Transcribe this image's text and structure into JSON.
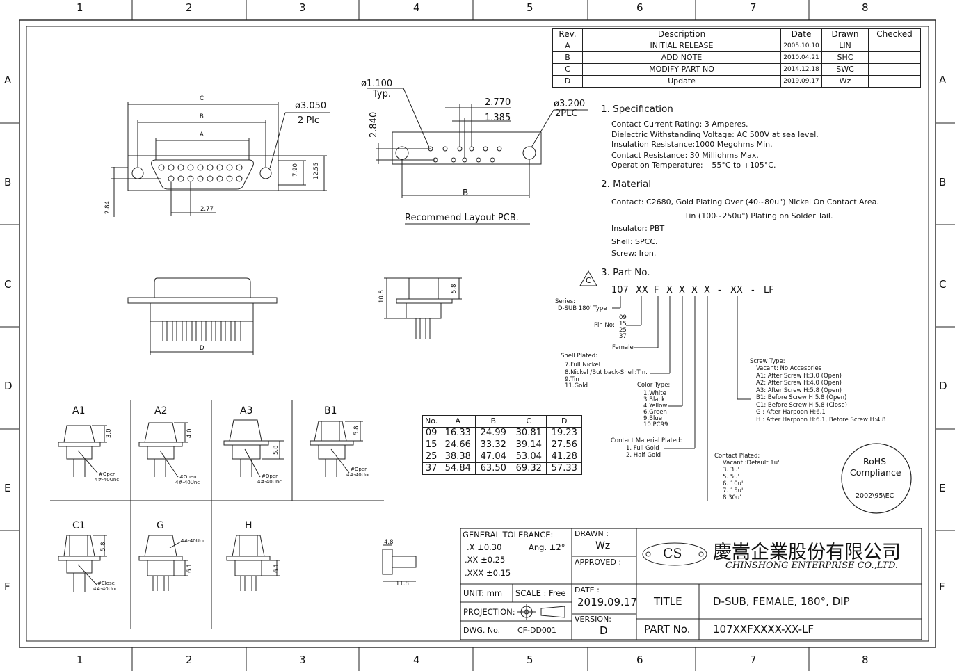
{
  "frame": {
    "columns": [
      "1",
      "2",
      "3",
      "4",
      "5",
      "6",
      "7",
      "8"
    ],
    "rows": [
      "A",
      "B",
      "C",
      "D",
      "E",
      "F"
    ]
  },
  "revision": {
    "headers": [
      "Rev.",
      "Description",
      "Date",
      "Drawn",
      "Checked"
    ],
    "rows": [
      [
        "A",
        "INITIAL  RELEASE",
        "2005.10.10",
        "LIN",
        ""
      ],
      [
        "B",
        "ADD  NOTE",
        "2010.04.21",
        "SHC",
        ""
      ],
      [
        "C",
        "MODIFY  PART  NO",
        "2014.12.18",
        "SWC",
        ""
      ],
      [
        "D",
        "Update",
        "2019.09.17",
        "Wz",
        ""
      ]
    ]
  },
  "top_view": {
    "dim_c": "C",
    "dim_b": "B",
    "dim_a": "A",
    "hole_dia": "ø3.050",
    "hole_qty": "2  Plc",
    "h1": "7.90",
    "h2": "12.55",
    "left": "2.84",
    "pitch": "2.77"
  },
  "pcb": {
    "pin_dia": "ø1.100",
    "pin_typ": "Typ.",
    "d1": "2.770",
    "d2": "1.385",
    "d3": "2.840",
    "hole_dia": "ø3.200",
    "hole_qty": "2PLC",
    "dim_b": "B",
    "caption": "Recommend  Layout  PCB."
  },
  "side_view": {
    "dim_d": "D",
    "h": "10.8",
    "h2": "5.8"
  },
  "spec": {
    "h1": "1.  Specification",
    "lines": [
      "Contact  Current  Rating:  3  Amperes.",
      "Dielectric  Withstanding  Voltage:  AC  500V  at  sea  level.",
      "Insulation  Resistance:1000  Megohms  Min.",
      "Contact  Resistance:  30  Milliohms  Max.",
      "Operation  Temperature:  −55°C  to  +105°C."
    ],
    "h2": "2.  Material",
    "material_1": "Contact:  C2680,  Gold  Plating  Over  (40~80u\")  Nickel  On  Contact  Area.",
    "material_2": "Tin  (100~250u\")  Plating  on  Solder  Tail.",
    "material_3": "Insulator:  PBT",
    "material_4": "Shell:  SPCC.",
    "material_5": "Screw:  Iron.",
    "h3": "3.  Part  No.",
    "rev_mark": "C"
  },
  "partno": {
    "segments": [
      "107",
      "XX",
      "F",
      "X",
      "X",
      "X",
      "X",
      "-",
      "XX",
      "-",
      "LF"
    ],
    "series": "Series:",
    "series_val": "D-SUB  180'  Type",
    "pin_no": "Pin  No:",
    "pins": [
      "09",
      "15",
      "25",
      "37"
    ],
    "female": "Female",
    "shell": "Shell  Plated:",
    "shell_opts": [
      "7.Full  Nickel",
      "8.Nickel  /But  back-Shell:Tin.",
      "9.Tin",
      "11.Gold"
    ],
    "color": "Color  Type:",
    "color_opts": [
      "1.White",
      "3.Black",
      "4.Yellow",
      "6.Green",
      "9.Blue",
      "10.PC99"
    ],
    "cmp": "Contact  Material  Plated:",
    "cmp_opts": [
      "1.  Full  Gold",
      "2.  Half  Gold"
    ],
    "cp": "Contact  Plated:",
    "cp_opts": [
      "Vacant  :Default  1u'",
      "3.  3u'",
      "5.  5u'",
      "6.  10u'",
      "7.  15u'",
      "8    30u'"
    ],
    "screw": "Screw  Type:",
    "screw_opts": [
      "Vacant:  No  Accesories",
      "A1:  After  Screw  H:3.0  (Open)",
      "A2:  After  Screw  H:4.0  (Open)",
      "A3:  After  Screw  H:5.8  (Open)",
      "B1:  Before  Screw  H:5.8  (Open)",
      "C1:  Before  Screw  H:5.8  (Close)",
      "G  :  After  Harpoon  H:6.1",
      "H  :  After  Harpoon  H:6.1,  Before  Screw  H:4.8"
    ]
  },
  "dim_table": {
    "headers": [
      "No.",
      "A",
      "B",
      "C",
      "D"
    ],
    "rows": [
      [
        "09",
        "16.33",
        "24.99",
        "30.81",
        "19.23"
      ],
      [
        "15",
        "24.66",
        "33.32",
        "39.14",
        "27.56"
      ],
      [
        "25",
        "38.38",
        "47.04",
        "53.04",
        "41.28"
      ],
      [
        "37",
        "54.84",
        "63.50",
        "69.32",
        "57.33"
      ]
    ]
  },
  "variants": [
    {
      "name": "A1",
      "h": "3.0",
      "n1": "#Open",
      "n2": "4#-40Unc"
    },
    {
      "name": "A2",
      "h": "4.0",
      "n1": "#Open",
      "n2": "4#-40Unc"
    },
    {
      "name": "A3",
      "h": "5.8",
      "n1": "#Open",
      "n2": "4#-40Unc"
    },
    {
      "name": "B1",
      "h": "5.8",
      "n1": "#Open",
      "n2": "4#-40Unc"
    },
    {
      "name": "C1",
      "h": "5.8",
      "n1": "#Close",
      "n2": "4#-40Unc"
    },
    {
      "name": "G",
      "h": "6.1",
      "n1": "4#-40Unc",
      "n2": ""
    },
    {
      "name": "H",
      "h": "6.1",
      "n1": "",
      "n2": ""
    }
  ],
  "standoff": {
    "h": "4.8",
    "l": "11.8"
  },
  "rohs": {
    "line1": "RoHS",
    "line2": "Compliance",
    "line3": "2002\\95\\EC"
  },
  "title_block": {
    "tol_title": "GENERAL TOLERANCE:",
    "tol_x": ".X  ±0.30",
    "tol_ang": "Ang.  ±2°",
    "tol_xx": ".XX ±0.25",
    "tol_xxx": ".XXX ±0.15",
    "drawn_label": "DRAWN :",
    "drawn": "Wz",
    "approved_label": "APPROVED :",
    "logo": "CS",
    "company_cn": "慶嵩企業股份有限公司",
    "company_en": "CHINSHONG ENTERPRISE CO.,LTD.",
    "unit": "UNIT:  mm",
    "scale": "SCALE :  Free",
    "date_label": "DATE :",
    "date": "2019.09.17",
    "title_label": "TITLE",
    "title": "D-SUB, FEMALE, 180°, DIP",
    "projection": "PROJECTION:",
    "version_label": "VERSION:",
    "version": "D",
    "dwg_label": "DWG. No.",
    "dwg": "CF-DD001",
    "partno_label": "PART No.",
    "partno": "107XXFXXXX-XX-LF"
  }
}
